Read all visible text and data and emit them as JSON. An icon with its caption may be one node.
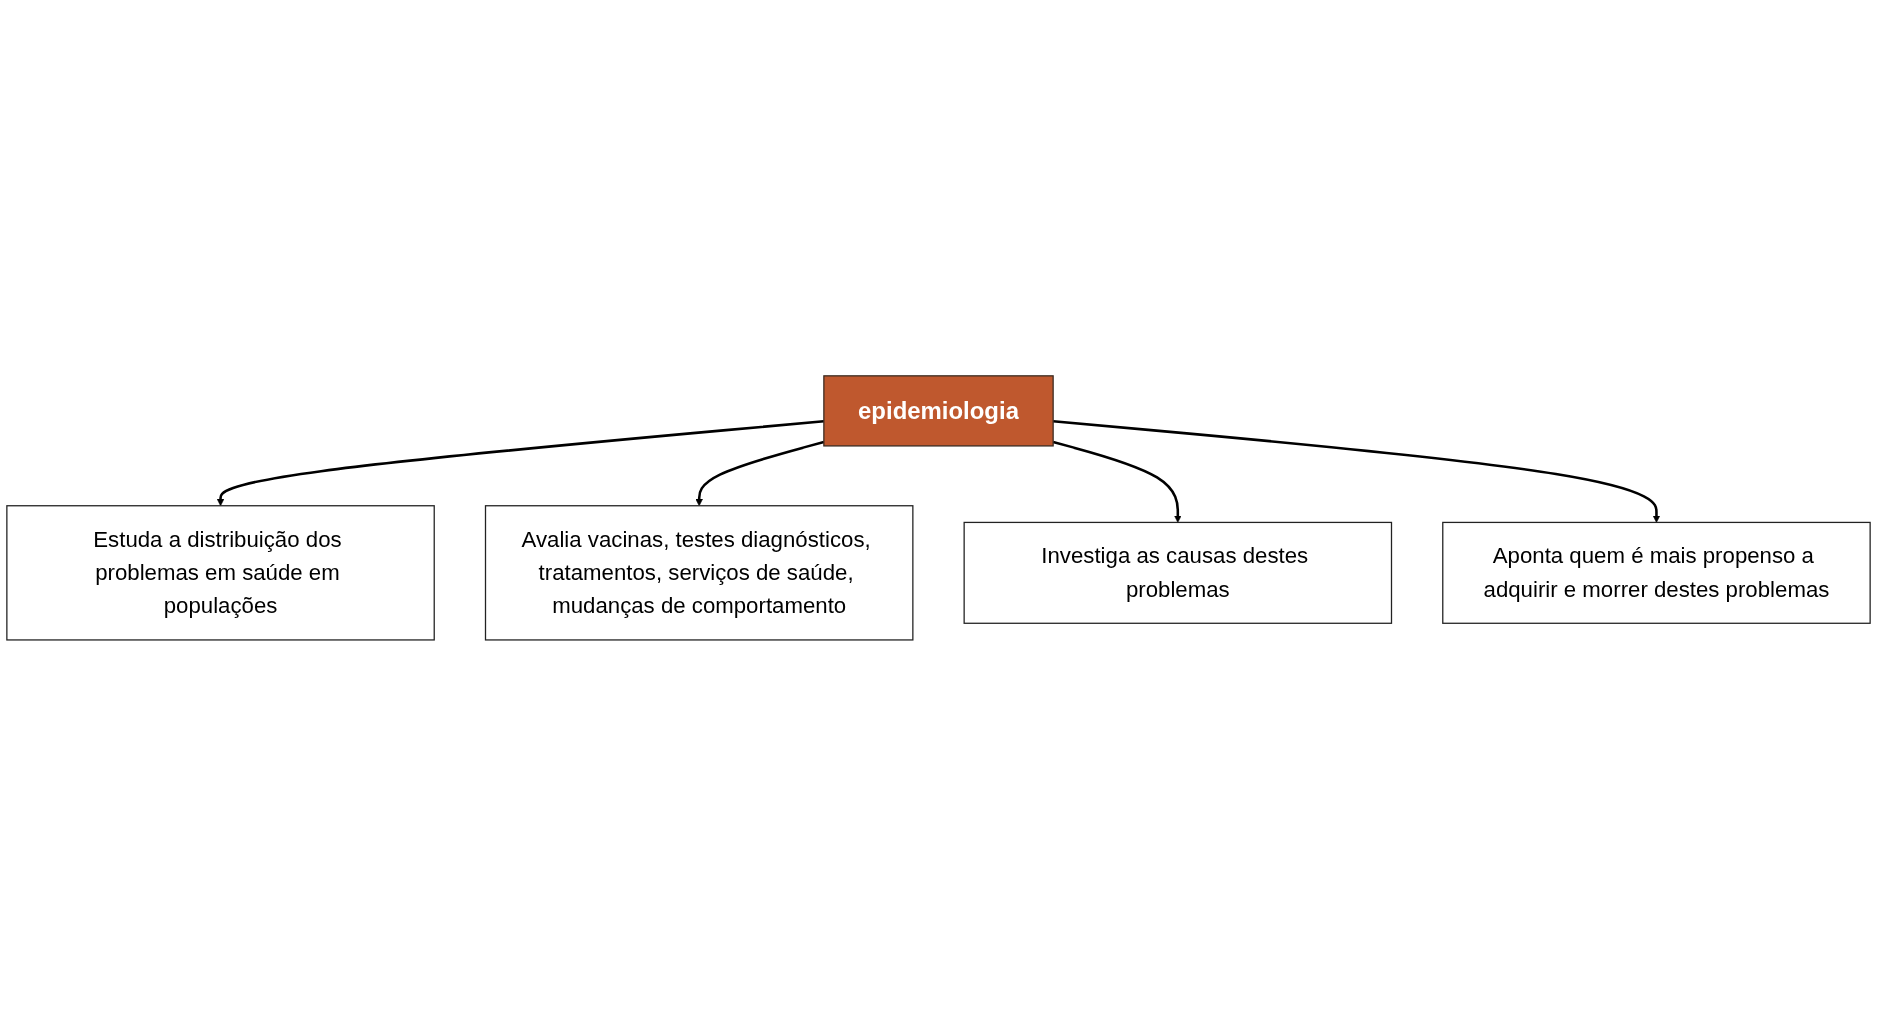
{
  "diagram": {
    "nodes": [
      {
        "text": [
          "Estuda a distribuição dos problemas em saúde em populações"
        ]
      },
      {
        "text": [
          "Avalia vacinas, testes diagnósticos, tratamentos, serviços de saúde, mudanças de comportamento"
        ]
      },
      {
        "text": [
          "epidemiologia"
        ]
      },
      {
        "text": [
          "Investiga as causas destes problemas"
        ]
      },
      {
        "text": [
          "Aponta quem é mais propenso a adquirir e morrer destes problemas"
        ]
      }
    ],
    "edges": [
      {
        "from": 2,
        "to": 0,
        "arrow": "to"
      },
      {
        "from": 2,
        "to": 1,
        "arrow": "to"
      },
      {
        "from": 2,
        "to": 3,
        "arrow": "to"
      },
      {
        "from": 2,
        "to": 4,
        "arrow": "to"
      }
    ]
  }
}
